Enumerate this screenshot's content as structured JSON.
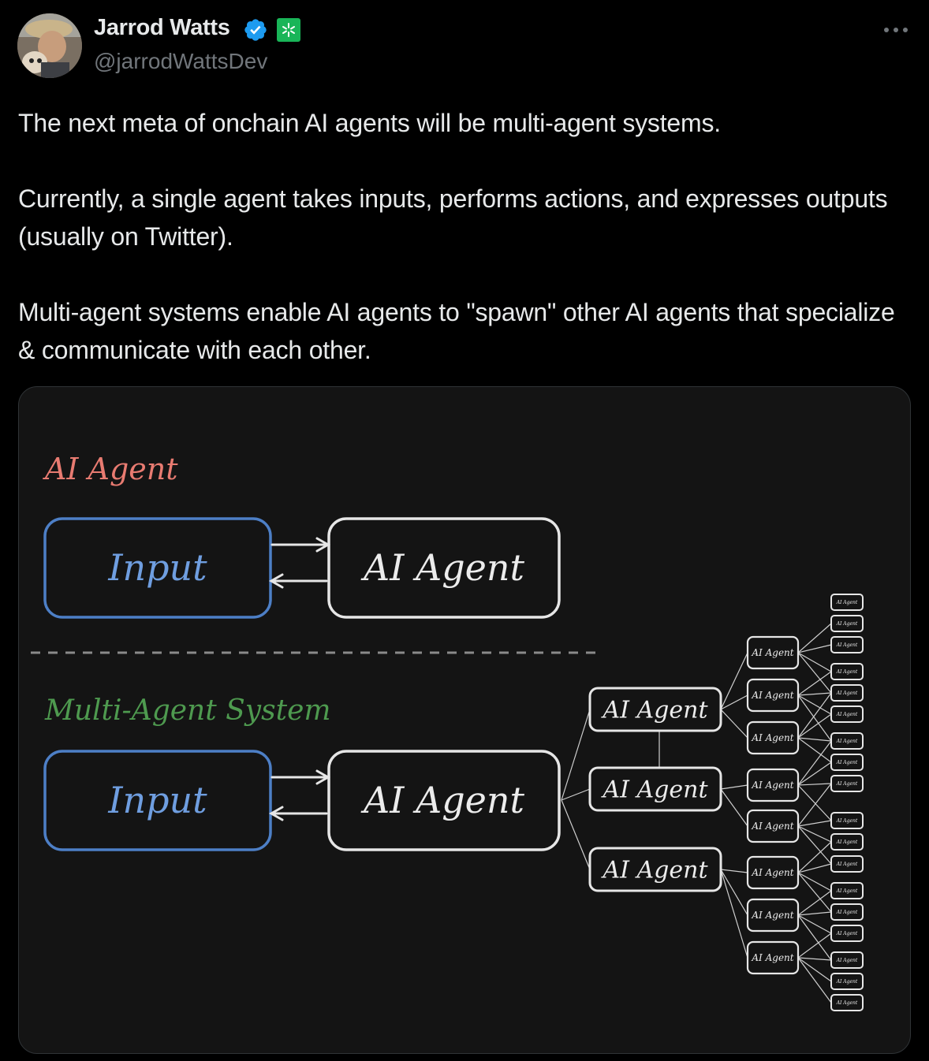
{
  "author": {
    "name": "Jarrod Watts",
    "handle": "@jarrodWattsDev",
    "verified": true,
    "affiliation_badge_color": "#19b558"
  },
  "tweet": {
    "paragraphs": [
      "The next meta of onchain AI agents will be multi-agent systems.",
      "Currently, a single agent takes inputs, performs actions, and expresses outputs (usually on Twitter).",
      "Multi-agent systems enable AI agents to \"spawn\" other AI agents that specialize & communicate with each other."
    ]
  },
  "diagram": {
    "section1_title": "AI Agent",
    "section2_title": "Multi-Agent System",
    "input_label": "Input",
    "agent_label": "AI Agent",
    "colors": {
      "section1_title": "#e87b71",
      "section2_title": "#4e9a4f",
      "input_border": "#4d7fc6",
      "input_text": "#6f9ee0",
      "agent_border": "#e6e6e6",
      "background": "#141414"
    }
  },
  "icons": {
    "verified": "verified-badge-icon",
    "affiliation": "affiliation-badge-icon",
    "more": "more-icon"
  }
}
